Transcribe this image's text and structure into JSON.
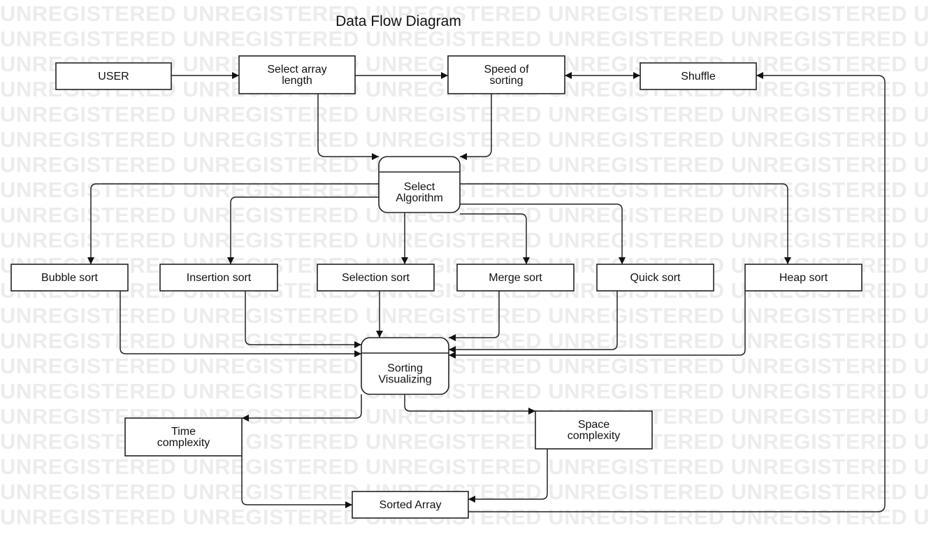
{
  "title": "Data Flow Diagram",
  "watermark": "UNREGISTERED",
  "nodes": {
    "user": [
      "USER"
    ],
    "select_array_length": [
      "Select array",
      "length"
    ],
    "speed_of_sorting": [
      "Speed of",
      "sorting"
    ],
    "shuffle": [
      "Shuffle"
    ],
    "select_algorithm": [
      "Select",
      "Algorithm"
    ],
    "bubble_sort": [
      "Bubble sort"
    ],
    "insertion_sort": [
      "Insertion sort"
    ],
    "selection_sort": [
      "Selection sort"
    ],
    "merge_sort": [
      "Merge sort"
    ],
    "quick_sort": [
      "Quick sort"
    ],
    "heap_sort": [
      "Heap sort"
    ],
    "sorting_visualizing": [
      "Sorting",
      "Visualizing"
    ],
    "time_complexity": [
      "Time",
      "complexity"
    ],
    "space_complexity": [
      "Space",
      "complexity"
    ],
    "sorted_array": [
      "Sorted Array"
    ]
  },
  "colors": {
    "stroke": "#222222",
    "watermark": "#ececec"
  }
}
